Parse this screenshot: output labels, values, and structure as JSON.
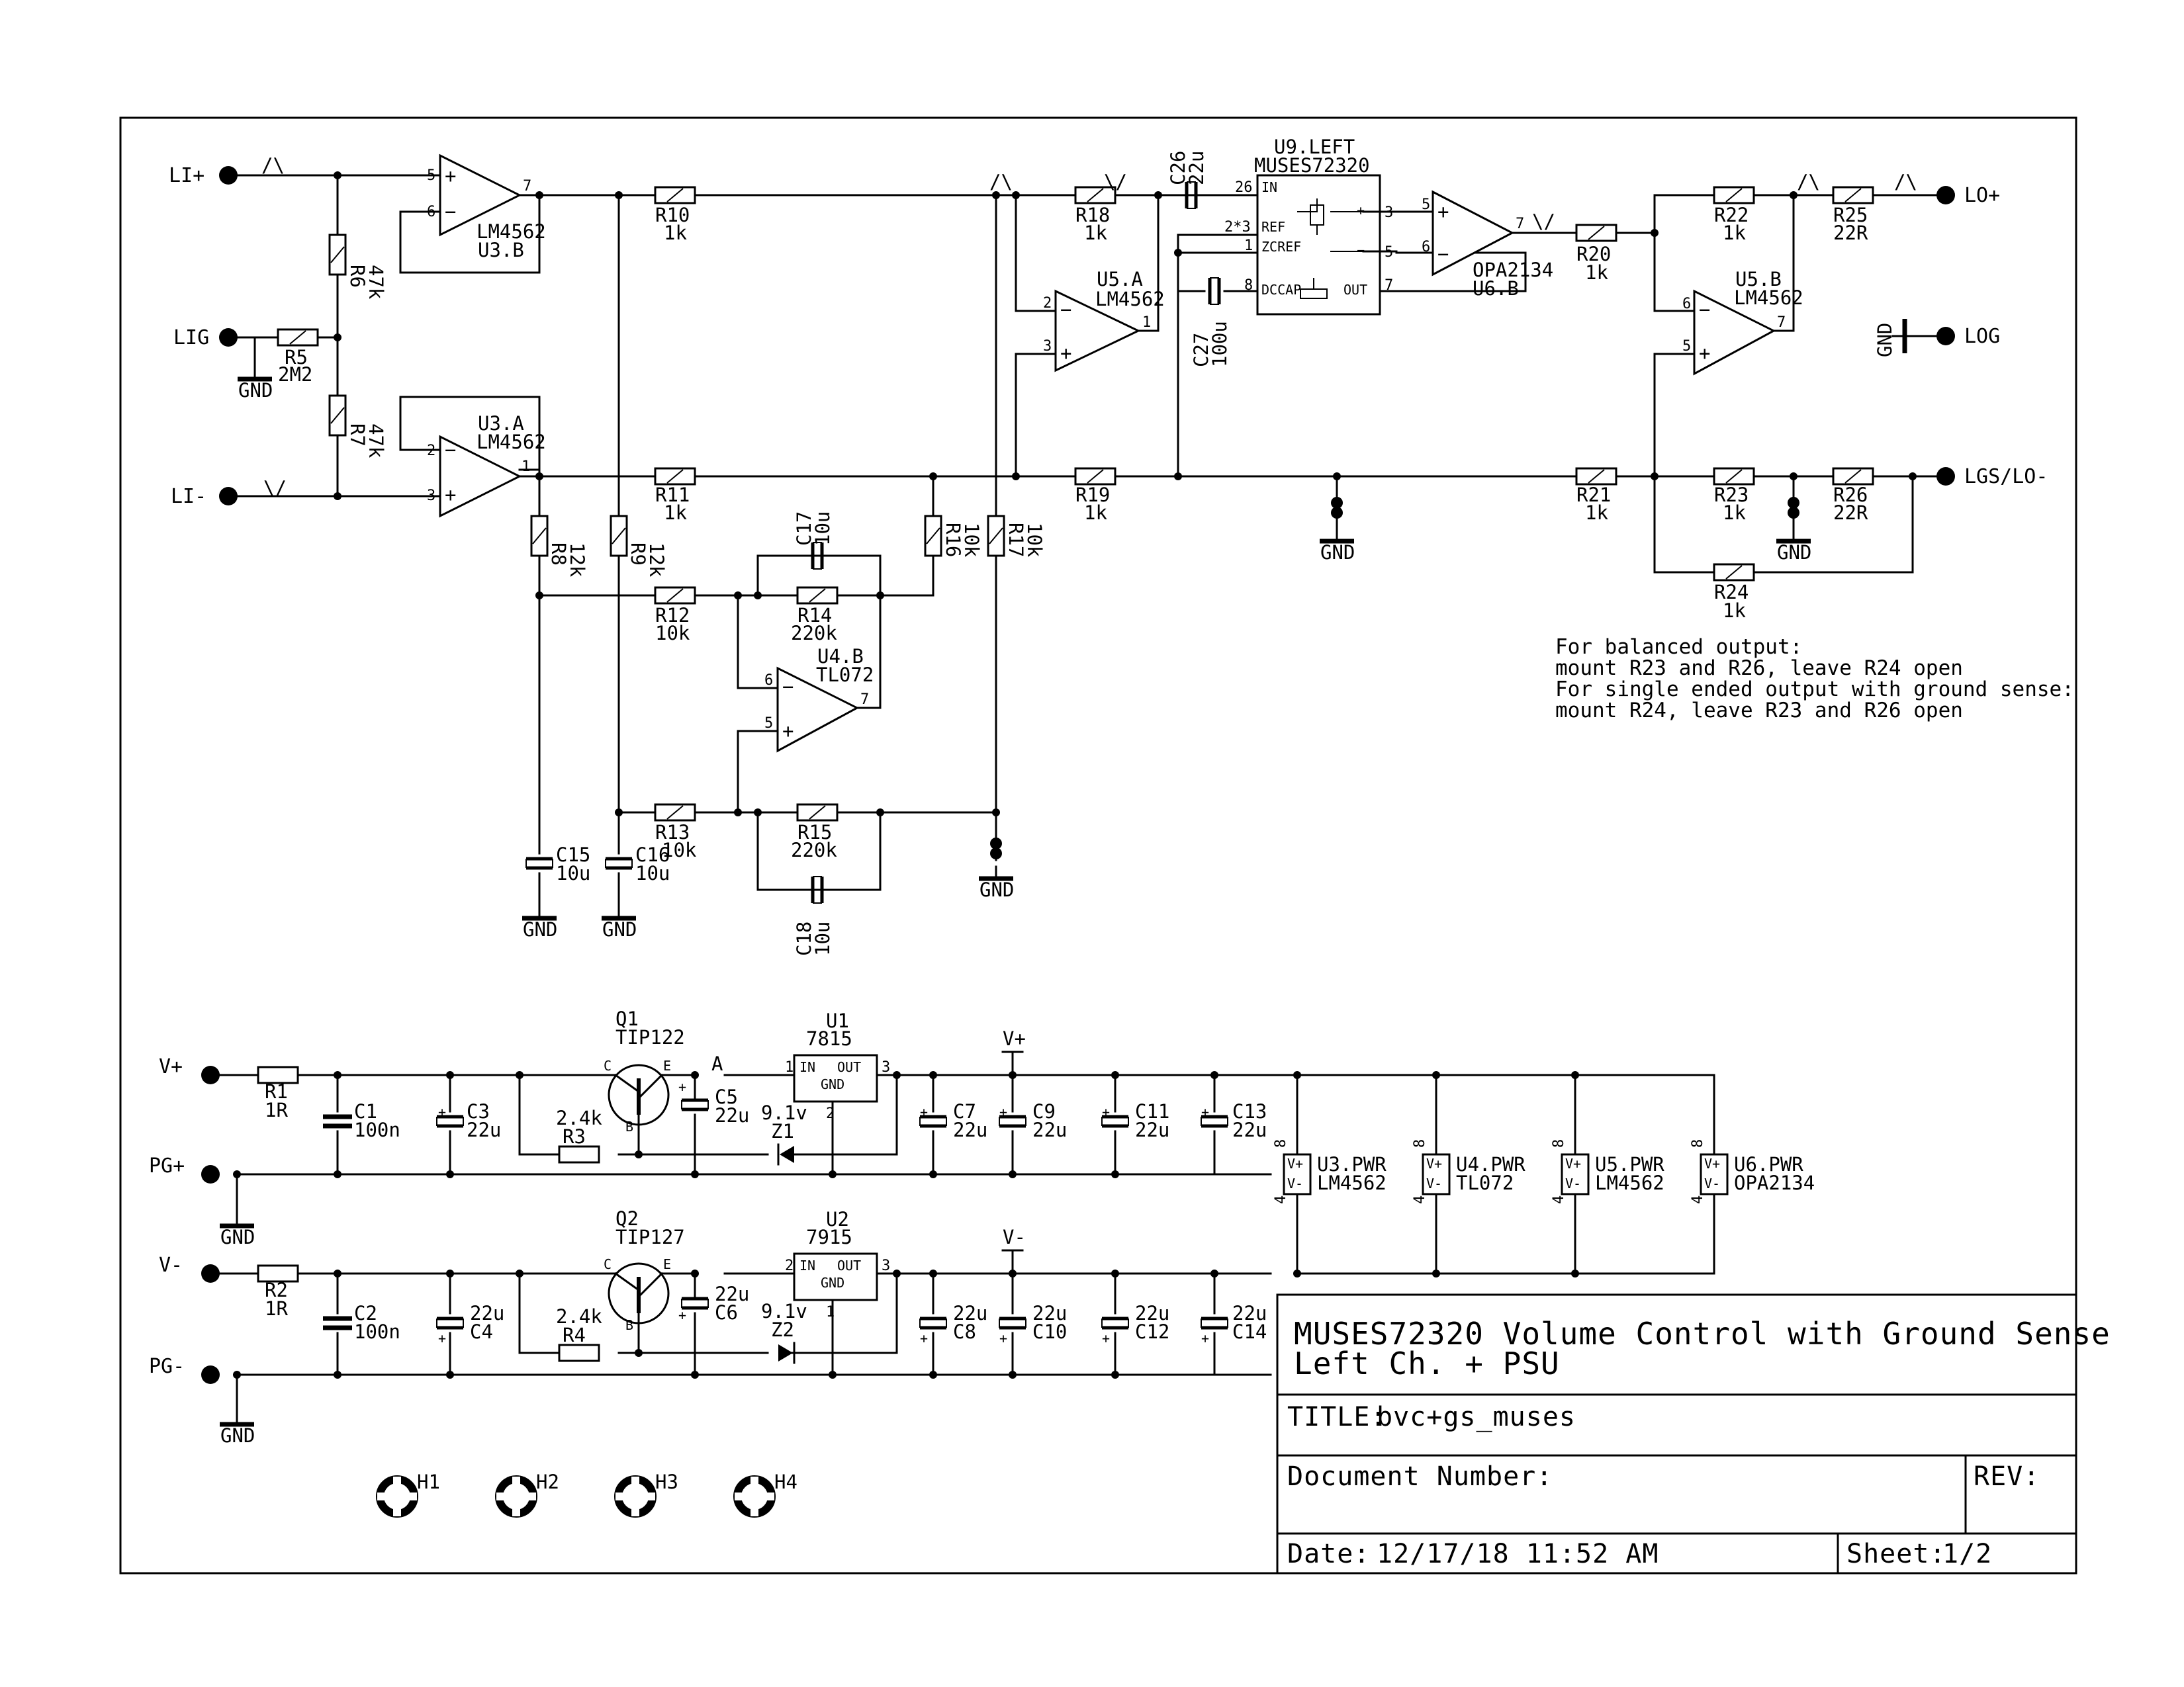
{
  "connectors": {
    "li_plus": "LI+",
    "lig": "LIG",
    "li_minus": "LI-",
    "lo_plus": "LO+",
    "log": "LOG",
    "lgs_lo_minus": "LGS/LO-",
    "v_plus": "V+",
    "pg_plus": "PG+",
    "v_minus": "V-",
    "pg_minus": "PG-"
  },
  "gnd": "GND",
  "opamps": {
    "u3b": {
      "ref": "U3.B",
      "value": "LM4562",
      "pin_in_plus": "5",
      "pin_in_minus": "6",
      "pin_out": "7"
    },
    "u3a": {
      "ref": "U3.A",
      "value": "LM4562",
      "pin_in_plus": "3",
      "pin_in_minus": "2",
      "pin_out": "1"
    },
    "u5a": {
      "ref": "U5.A",
      "value": "LM4562",
      "pin_in_plus": "3",
      "pin_in_minus": "2",
      "pin_out": "1"
    },
    "u4b": {
      "ref": "U4.B",
      "value": "TL072",
      "pin_in_plus": "5",
      "pin_in_minus": "6",
      "pin_out": "7"
    },
    "u6b": {
      "ref": "U6.B",
      "value": "OPA2134",
      "pin_in_plus": "5",
      "pin_in_minus": "6",
      "pin_out": "7"
    },
    "u5b": {
      "ref": "U5.B",
      "value": "LM4562",
      "pin_in_plus": "5",
      "pin_in_minus": "6",
      "pin_out": "7"
    }
  },
  "u9": {
    "ref": "U9.LEFT",
    "value": "MUSES72320",
    "pins": {
      "in": "IN",
      "ref": "REF",
      "zcref": "ZCREF",
      "dccap": "DCCAP",
      "out": "OUT"
    },
    "pin_numbers": {
      "in": "26",
      "ref": "2*3",
      "zcref": "1",
      "dccap": "8",
      "out": "7"
    }
  },
  "resistors": {
    "r10": {
      "ref": "R10",
      "value": "1k"
    },
    "r11": {
      "ref": "R11",
      "value": "1k"
    },
    "r18": {
      "ref": "R18",
      "value": "1k"
    },
    "r19": {
      "ref": "R19",
      "value": "1k"
    },
    "r20": {
      "ref": "R20",
      "value": "1k"
    },
    "r21": {
      "ref": "R21",
      "value": "1k"
    },
    "r22": {
      "ref": "R22",
      "value": "1k"
    },
    "r23": {
      "ref": "R23",
      "value": "1k"
    },
    "r24": {
      "ref": "R24",
      "value": "1k"
    },
    "r25": {
      "ref": "R25",
      "value": "22R"
    },
    "r26": {
      "ref": "R26",
      "value": "22R"
    },
    "r5": {
      "ref": "R5",
      "value": "2M2"
    },
    "r6": {
      "ref": "R6",
      "value": "47k"
    },
    "r7": {
      "ref": "R7",
      "value": "47k"
    },
    "r8": {
      "ref": "R8",
      "value": "12k"
    },
    "r9": {
      "ref": "R9",
      "value": "12k"
    },
    "r12": {
      "ref": "R12",
      "value": "10k"
    },
    "r13": {
      "ref": "R13",
      "value": "10k"
    },
    "r14": {
      "ref": "R14",
      "value": "220k"
    },
    "r15": {
      "ref": "R15",
      "value": "220k"
    },
    "r16": {
      "ref": "R16",
      "value": "10k"
    },
    "r17": {
      "ref": "R17",
      "value": "10k"
    },
    "r1": {
      "ref": "R1",
      "value": "1R"
    },
    "r2": {
      "ref": "R2",
      "value": "1R"
    },
    "r3": {
      "ref": "R3",
      "value": "2.4k"
    },
    "r4": {
      "ref": "R4",
      "value": "2.4k"
    }
  },
  "capacitors": {
    "c26": {
      "ref": "C26",
      "value": "22u"
    },
    "c27": {
      "ref": "C27",
      "value": "100u"
    },
    "c17": {
      "ref": "C17",
      "value": "10u"
    },
    "c18": {
      "ref": "C18",
      "value": "10u"
    },
    "c15": {
      "ref": "C15",
      "value": "10u"
    },
    "c16": {
      "ref": "C16",
      "value": "10u"
    },
    "c1": {
      "ref": "C1",
      "value": "100n"
    },
    "c2": {
      "ref": "C2",
      "value": "100n"
    },
    "c3": {
      "ref": "C3",
      "value": "22u"
    },
    "c4": {
      "ref": "C4",
      "value": "22u"
    },
    "c5": {
      "ref": "C5",
      "value": "22u"
    },
    "c6": {
      "ref": "C6",
      "value": "22u"
    },
    "c7": {
      "ref": "C7",
      "value": "22u"
    },
    "c8": {
      "ref": "C8",
      "value": "22u"
    },
    "c9": {
      "ref": "C9",
      "value": "22u"
    },
    "c10": {
      "ref": "C10",
      "value": "22u"
    },
    "c11": {
      "ref": "C11",
      "value": "22u"
    },
    "c12": {
      "ref": "C12",
      "value": "22u"
    },
    "c13": {
      "ref": "C13",
      "value": "22u"
    },
    "c14": {
      "ref": "C14",
      "value": "22u"
    }
  },
  "transistors": {
    "q1": {
      "ref": "Q1",
      "value": "TIP122"
    },
    "q2": {
      "ref": "Q2",
      "value": "TIP127"
    },
    "pins": {
      "c": "C",
      "b": "B",
      "e": "E"
    }
  },
  "zeners": {
    "z1": {
      "ref": "Z1",
      "value": "9.1v"
    },
    "z2": {
      "ref": "Z2",
      "value": "9.1v"
    }
  },
  "regulators": {
    "u1": {
      "ref": "U1",
      "value": "7815"
    },
    "u2": {
      "ref": "U2",
      "value": "7915"
    },
    "pins": {
      "in": "IN",
      "out": "OUT",
      "gnd": "GND",
      "n1": "1",
      "n2": "2",
      "n3": "3"
    }
  },
  "power_units": [
    {
      "ref": "U3.PWR",
      "value": "LM4562"
    },
    {
      "ref": "U4.PWR",
      "value": "TL072"
    },
    {
      "ref": "U5.PWR",
      "value": "LM4562"
    },
    {
      "ref": "U6.PWR",
      "value": "OPA2134"
    }
  ],
  "power_pins": {
    "vp": "V+",
    "vm": "V-",
    "n8": "8",
    "n4": "4"
  },
  "rail_labels": {
    "v_plus": "V+",
    "v_minus": "V-",
    "a": "A"
  },
  "mounting_holes": [
    "H1",
    "H2",
    "H3",
    "H4"
  ],
  "notes": [
    "For balanced output:",
    "mount R23 and R26, leave R24 open",
    "For single ended output with ground sense:",
    "mount R24, leave R23 and R26 open"
  ],
  "title_block": {
    "title_line1": "MUSES72320 Volume Control with Ground Sense",
    "title_line2": "Left Ch. + PSU",
    "title_label": "TITLE:",
    "title_value": "bvc+gs_muses",
    "doc_label": "Document Number:",
    "rev_label": "REV:",
    "date_label": "Date:",
    "date_value": "12/17/18 11:52 AM",
    "sheet_label": "Sheet:",
    "sheet_value": "1/2"
  }
}
